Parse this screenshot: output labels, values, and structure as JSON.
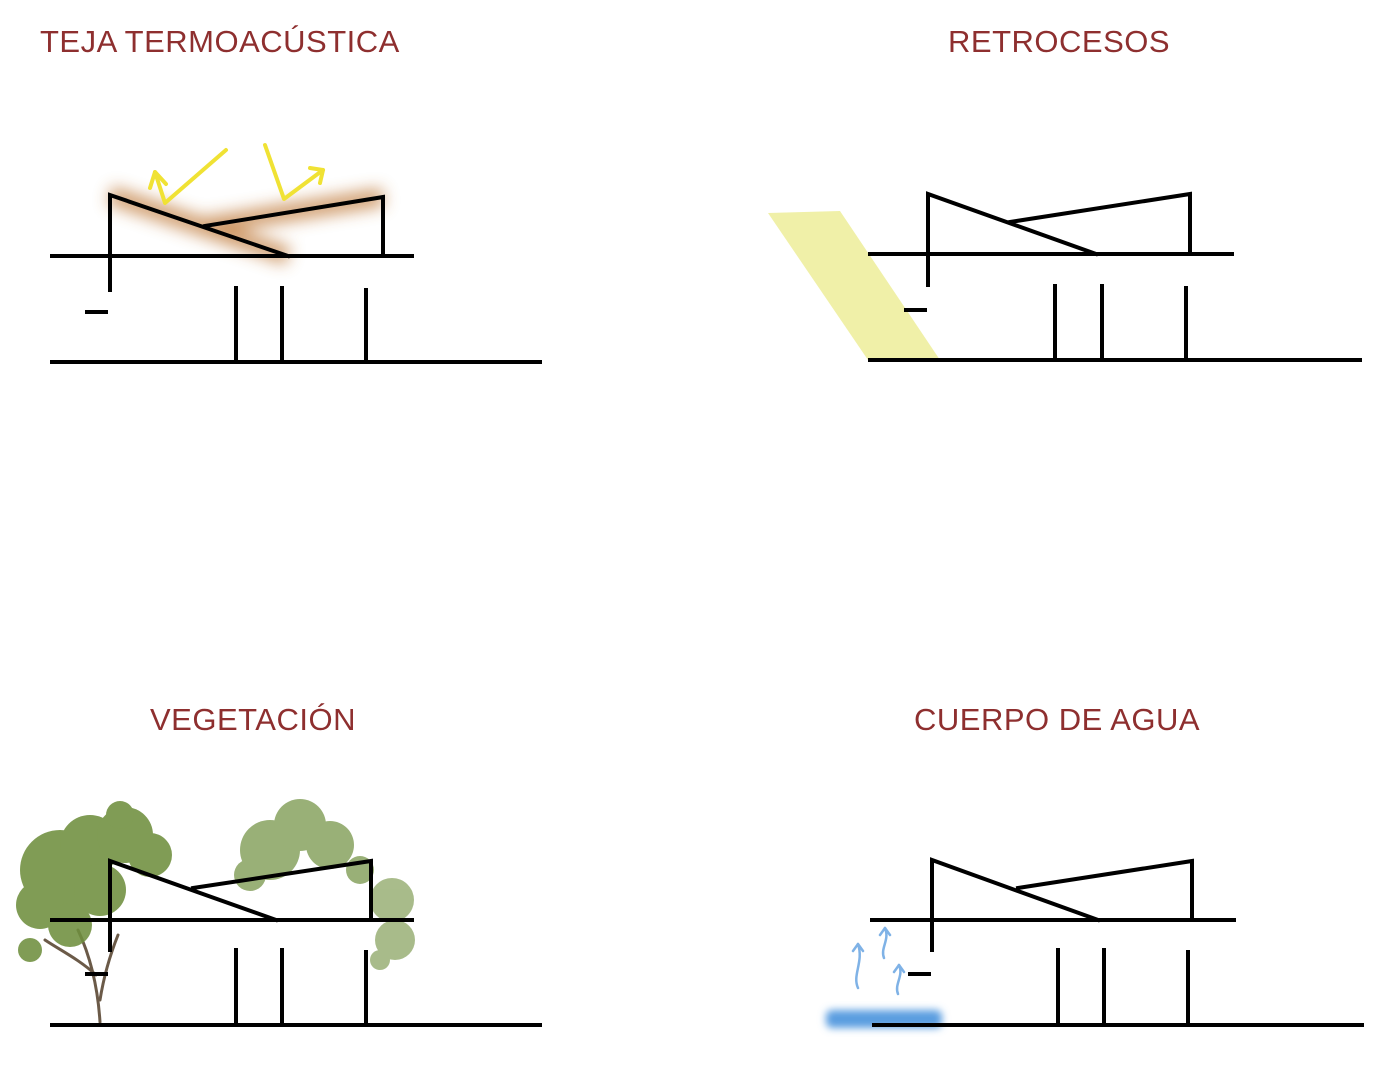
{
  "colors": {
    "title": "#8e2f2f",
    "line": "#000000",
    "sun": "#f0e234",
    "glow": "#c07a3a",
    "setback": "#f0f0a8",
    "water": "#5a9de0",
    "vapor": "#7fb2e6",
    "foliage": "#6f8f3e"
  },
  "panels": [
    {
      "title": "TEJA TERMOACÚSTICA",
      "icon": "sun-reflection-arrows-icon"
    },
    {
      "title": "RETROCESOS",
      "icon": "shadow-band-icon"
    },
    {
      "title": "VEGETACIÓN",
      "icon": "tree-icon"
    },
    {
      "title": "CUERPO DE AGUA",
      "icon": "water-vapor-icon"
    }
  ]
}
